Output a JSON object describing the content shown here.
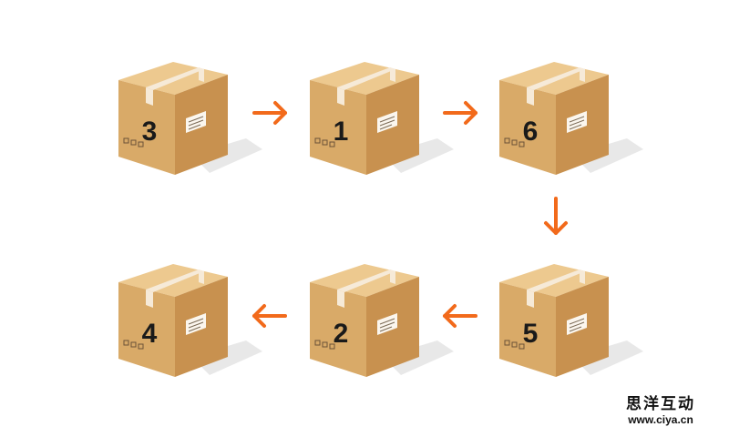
{
  "diagram": {
    "boxes": [
      {
        "label": "3"
      },
      {
        "label": "1"
      },
      {
        "label": "6"
      },
      {
        "label": "4"
      },
      {
        "label": "2"
      },
      {
        "label": "5"
      }
    ],
    "arrows": [
      {
        "from": "3",
        "to": "1"
      },
      {
        "from": "1",
        "to": "6"
      },
      {
        "from": "6",
        "to": "5"
      },
      {
        "from": "5",
        "to": "2"
      },
      {
        "from": "2",
        "to": "4"
      }
    ]
  },
  "colors": {
    "arrow": "#f26a1b",
    "box_top": "#edc98f",
    "box_left": "#d9aa68",
    "box_right": "#c8914f",
    "tape": "#f6ead8",
    "shadow": "#e6e6e6"
  },
  "watermark": {
    "brand": "思洋互动",
    "url": "www.ciya.cn"
  }
}
